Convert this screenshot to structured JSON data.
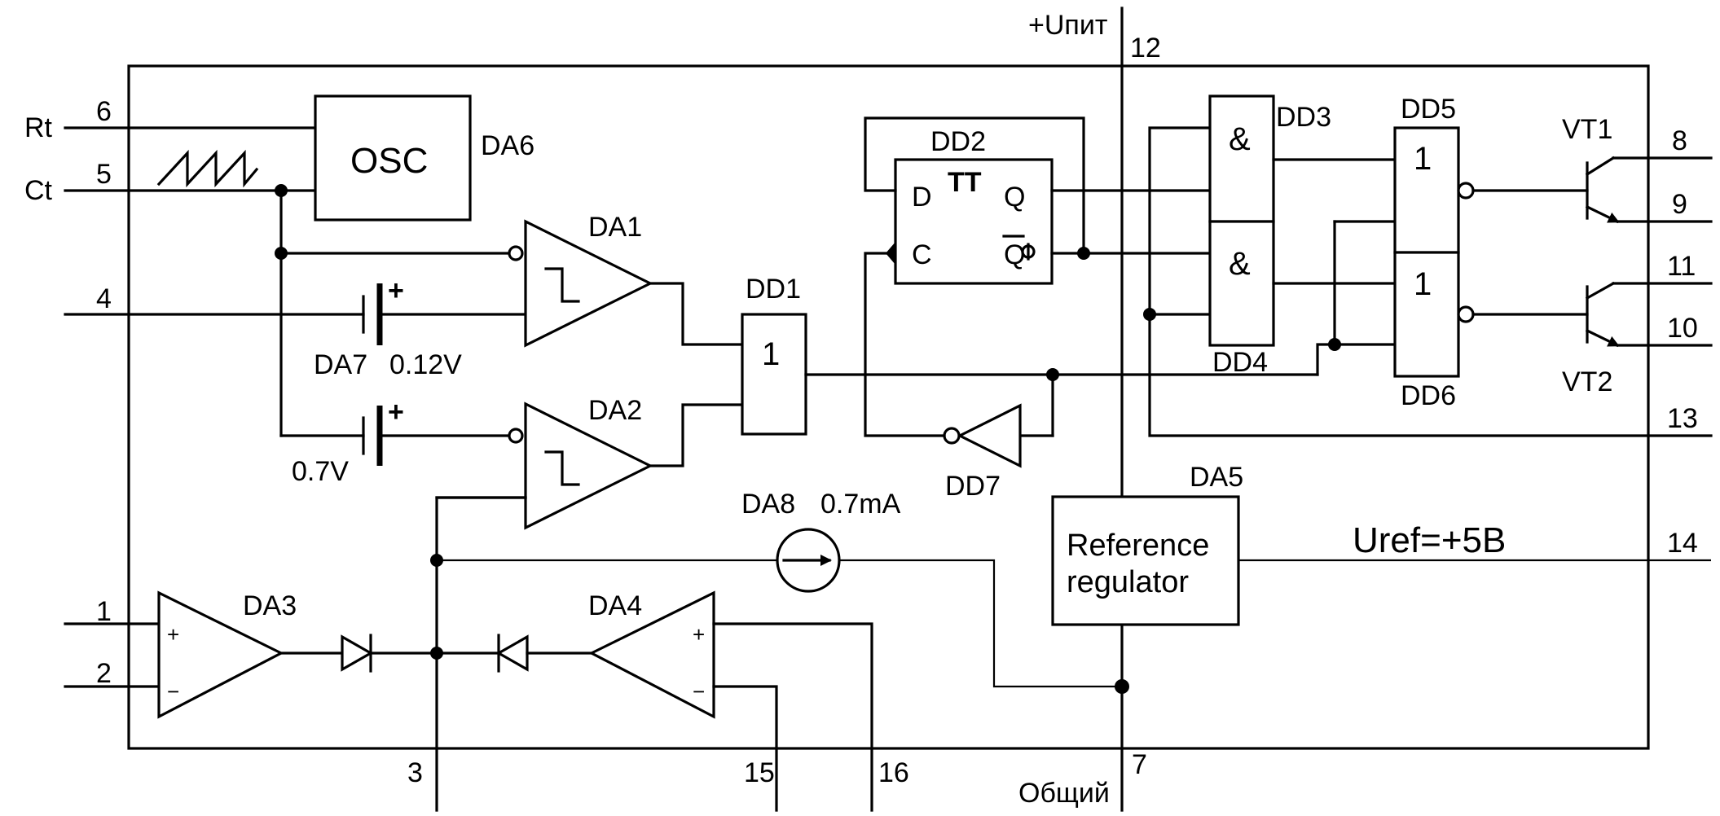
{
  "power": {
    "vcc": "+Uпит",
    "gnd": "Общий"
  },
  "pins": {
    "p1": "1",
    "p2": "2",
    "p3": "3",
    "p4": "4",
    "p5": "5",
    "p6": "6",
    "p7": "7",
    "p8": "8",
    "p9": "9",
    "p10": "10",
    "p11": "11",
    "p12": "12",
    "p13": "13",
    "p14": "14",
    "p15": "15",
    "p16": "16"
  },
  "inputs": {
    "rt": "Rt",
    "ct": "Ct"
  },
  "components": {
    "osc": {
      "name": "DA6",
      "label": "OSC"
    },
    "da1": "DA1",
    "da2": "DA2",
    "da3": "DA3",
    "da4": "DA4",
    "da5": {
      "name": "DA5",
      "line1": "Reference",
      "line2": "regulator"
    },
    "da7": {
      "name": "DA7",
      "value": "0.12V"
    },
    "vref2": "0.7V",
    "da8": {
      "name": "DA8",
      "value": "0.7mA"
    },
    "dd1": {
      "name": "DD1",
      "sym": "1"
    },
    "dd2": {
      "name": "DD2",
      "type": "TT",
      "d": "D",
      "c": "C",
      "q": "Q",
      "qbar": "Q"
    },
    "dd3": {
      "name": "DD3",
      "sym": "&"
    },
    "dd4": {
      "name": "DD4",
      "sym": "&"
    },
    "dd5": {
      "name": "DD5",
      "sym": "1"
    },
    "dd6": {
      "name": "DD6",
      "sym": "1"
    },
    "dd7": "DD7",
    "vt1": "VT1",
    "vt2": "VT2",
    "plus": "+",
    "minus": "−"
  },
  "uref": "Uref=+5В"
}
